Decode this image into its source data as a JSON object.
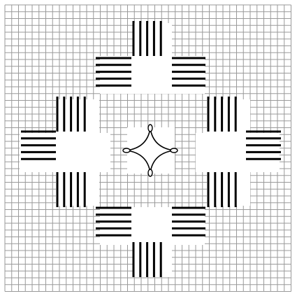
{
  "pattern": {
    "background_color": "#ffffff",
    "grid_color": "#9a9a9a",
    "stitch_color": "#000000",
    "grid_columns": 42,
    "grid_rows": 42,
    "block_count": 4,
    "stitches_per_bundle": 5,
    "center_motif": "four-point-star"
  }
}
